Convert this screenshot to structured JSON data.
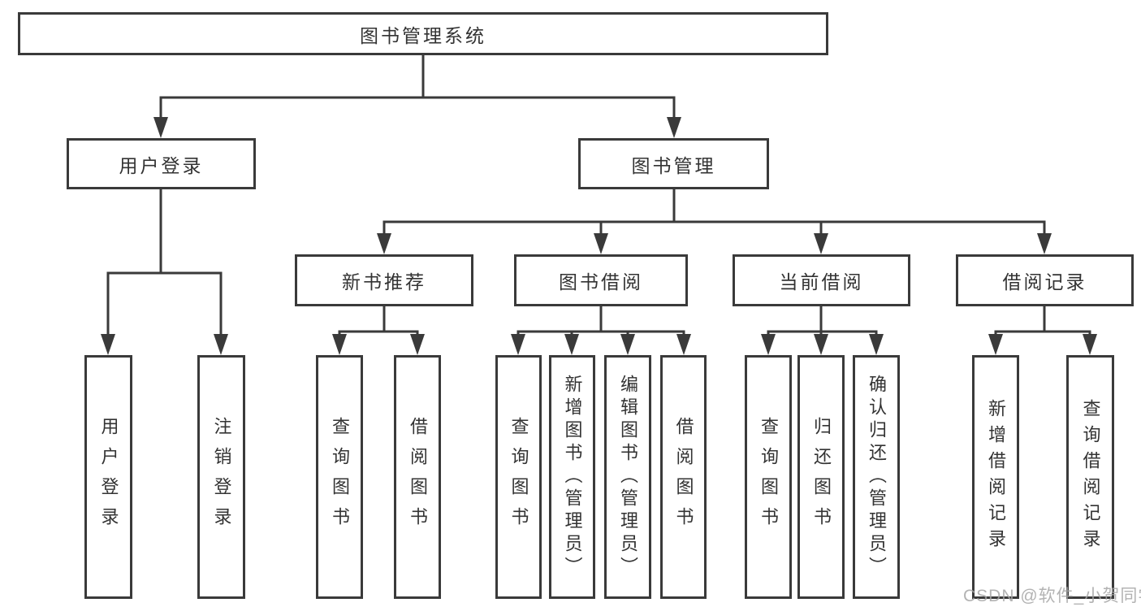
{
  "colors": {
    "line": "#3a3a3a",
    "text": "#333333",
    "background": "#ffffff",
    "watermark": "#a6a6a6"
  },
  "tree": {
    "root": {
      "label": "图书管理系统"
    },
    "children": [
      {
        "label": "用户登录",
        "children": [
          {
            "label": "用户登录"
          },
          {
            "label": "注销登录"
          }
        ]
      },
      {
        "label": "图书管理",
        "children": [
          {
            "label": "新书推荐",
            "children": [
              {
                "label": "查询图书"
              },
              {
                "label": "借阅图书"
              }
            ]
          },
          {
            "label": "图书借阅",
            "children": [
              {
                "label": "查询图书"
              },
              {
                "label": "新增图书（管理员）"
              },
              {
                "label": "编辑图书（管理员）"
              },
              {
                "label": "借阅图书"
              }
            ]
          },
          {
            "label": "当前借阅",
            "children": [
              {
                "label": "查询图书"
              },
              {
                "label": "归还图书"
              },
              {
                "label": "确认归还（管理员）"
              }
            ]
          },
          {
            "label": "借阅记录",
            "children": [
              {
                "label": "新增借阅记录"
              },
              {
                "label": "查询借阅记录"
              }
            ]
          }
        ]
      }
    ]
  },
  "watermark": {
    "text": "CSDN @软件_小贺同学"
  }
}
